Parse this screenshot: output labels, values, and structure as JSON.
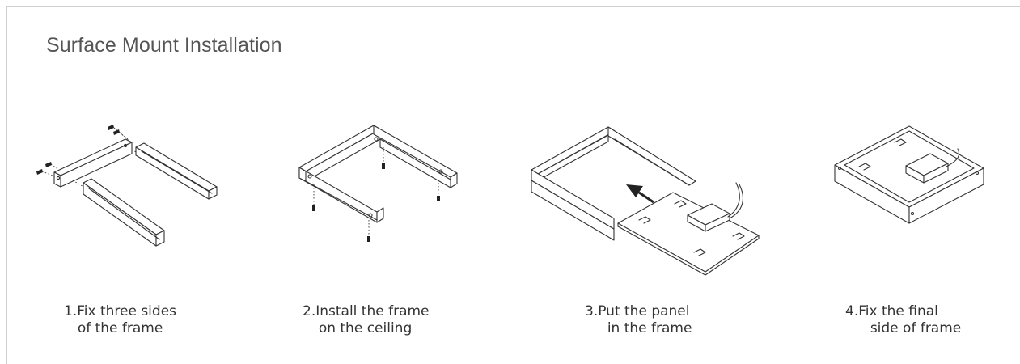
{
  "title": "Surface Mount Installation",
  "steps": [
    {
      "label_line1": "1.Fix three sides",
      "label_line2": "of the frame",
      "icon": "frame-sides-screws-illustration"
    },
    {
      "label_line1": "2.Install the frame",
      "label_line2": "on the ceiling",
      "icon": "u-frame-ceiling-illustration"
    },
    {
      "label_line1": "3.Put the panel",
      "label_line2": "in the frame",
      "icon": "panel-slide-in-illustration"
    },
    {
      "label_line1": "4.Fix the final",
      "label_line2": "side of frame",
      "icon": "closed-frame-illustration"
    }
  ]
}
